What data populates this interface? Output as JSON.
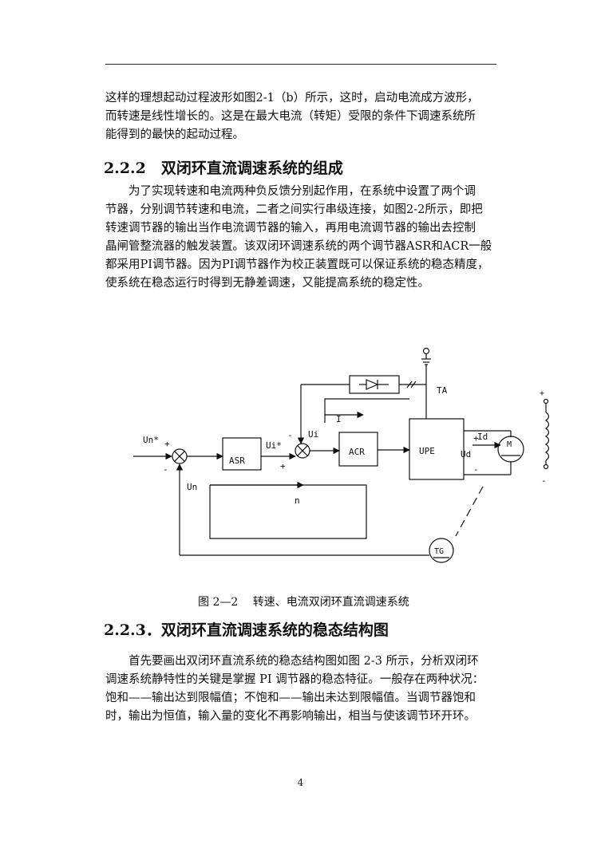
{
  "paragraph1": {
    "lines": [
      "这样的理想起动过程波形如图2-1（b）所示，这时，启动电流成方波形，",
      "而转速是线性增长的。这是在最大电流（转矩）受限的条件下调速系统所",
      "能得到的最快的起动过程。"
    ]
  },
  "section1": {
    "heading": "2.2.2　双闭环直流调速系统的组成"
  },
  "paragraph2": {
    "lines": [
      "　　为了实现转速和电流两种负反馈分别起作用，在系统中设置了两个调",
      "节器，分别调节转速和电流，二者之间实行串级连接，如图2-2所示，即把",
      "转速调节器的输出当作电流调节器的输入，再用电流调节器的输出去控制",
      "晶闸管整流器的触发装置。该双闭环调速系统的两个调节器ASR和ACR一般",
      "都采用PI调节器。因为PI调节器作为校正装置既可以保证系统的稳态精度，",
      "使系统在稳态运行时得到无静差调速，又能提高系统的稳定性。"
    ]
  },
  "figure": {
    "blocks": {
      "asr": "ASR",
      "acr": "ACR",
      "upe": "UPE",
      "tg": "TG",
      "motor": "M"
    },
    "labels": {
      "un_star": "Un*",
      "un": "Un",
      "ui_star": "Ui*",
      "ui": "Ui",
      "n": "n",
      "i": "I",
      "id": "Id",
      "ud": "Ud",
      "ta": "TA",
      "plus": "+",
      "minus": "-"
    },
    "caption": "图 2—2　 转速、电流双闭环直流调速系统"
  },
  "section2": {
    "heading": "2.2.3．双闭环直流调速系统的稳态结构图"
  },
  "paragraph3": {
    "lines": [
      "　　首先要画出双闭环直流系统的稳态结构图如图 2-3 所示，分析双闭环",
      "调速系统静特性的关键是掌握 PI 调节器的稳态特征。一般存在两种状况：",
      "饱和——输出达到限幅值；不饱和——输出未达到限幅值。当调节器饱和",
      "时，输出为恒值，输入量的变化不再影响输出，相当与使该调节环开环。"
    ]
  },
  "footer": {
    "page_number": "4"
  }
}
